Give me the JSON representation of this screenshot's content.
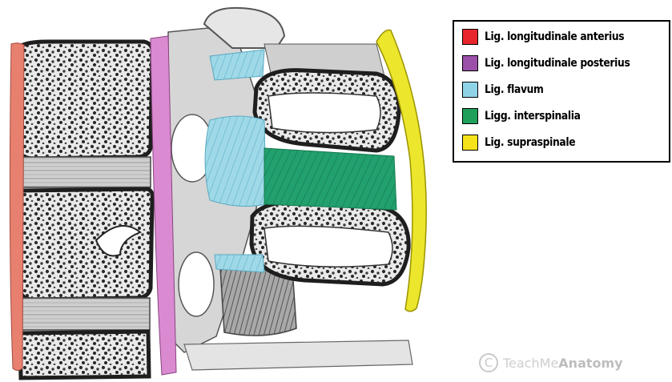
{
  "figure": {
    "legend": [
      {
        "label": "Lig. longitudinale anterius",
        "color": "#e8242c"
      },
      {
        "label": "Lig. longitudinale posterius",
        "color": "#9b4fa8"
      },
      {
        "label": "Lig. flavum",
        "color": "#8fd3e6"
      },
      {
        "label": "Ligg. interspinalia",
        "color": "#1ea05a"
      },
      {
        "label": "Lig. supraspinale",
        "color": "#f5e21a"
      }
    ],
    "overlay_colors": {
      "anterior": "#e88070",
      "posterior": "#d98ad0",
      "flavum": "#7cc8dc",
      "interspinal": "#22a06e",
      "supraspinal": "#ece62c"
    }
  },
  "watermark": {
    "symbol": "C",
    "brand_light": "TeachMe",
    "brand_bold": "Anatomy"
  }
}
